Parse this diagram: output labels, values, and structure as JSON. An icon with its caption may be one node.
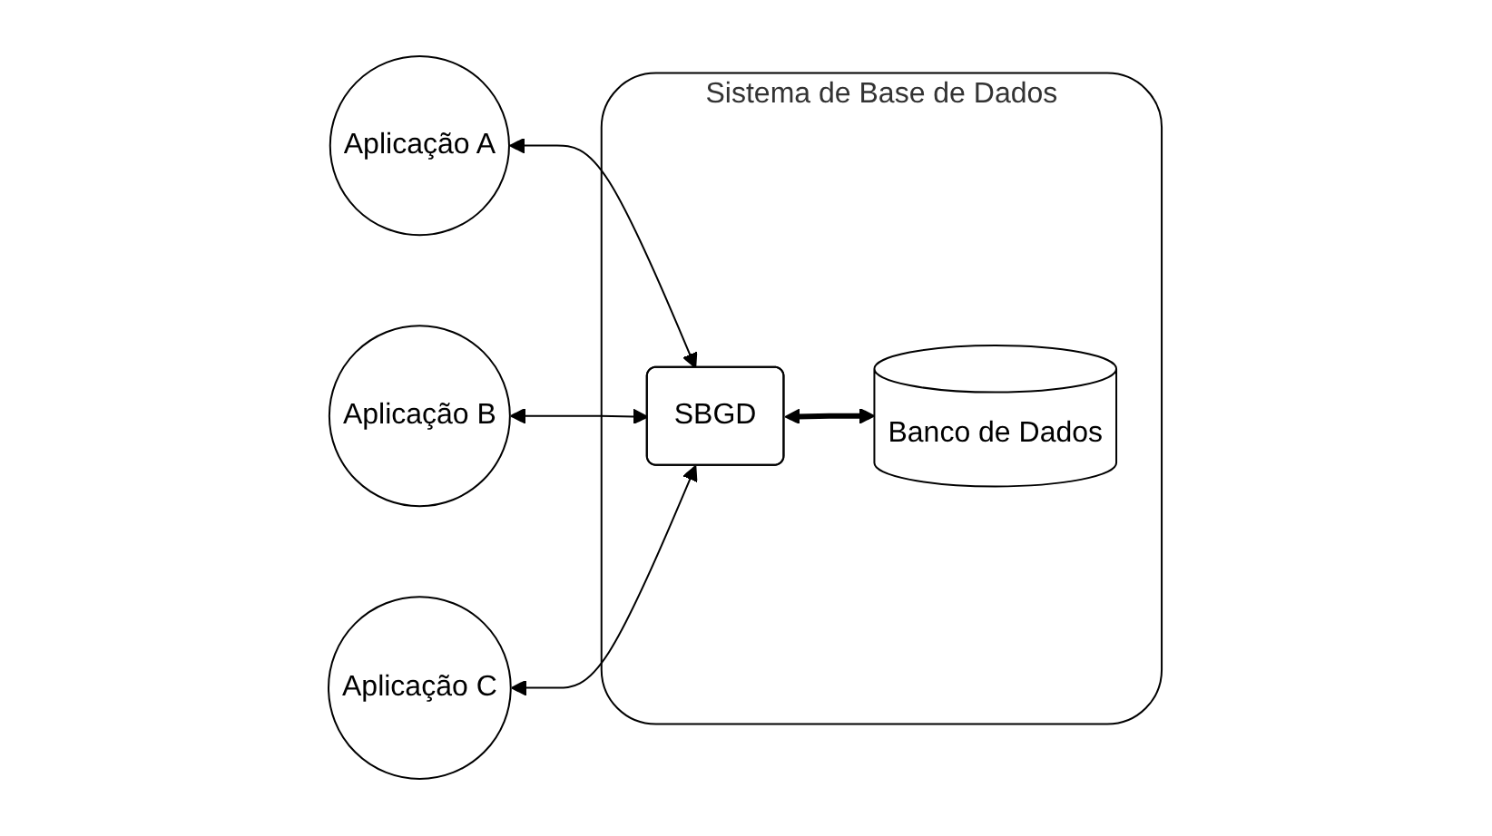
{
  "diagram": {
    "nodes": [
      {
        "text": [
          "Aplicação A"
        ]
      },
      {
        "text": [
          "Aplicação B"
        ]
      },
      {
        "text": [
          "Aplicação C"
        ]
      },
      {
        "text": [
          "Sistema de Base de Dados"
        ]
      },
      {
        "text": [
          "SBGD"
        ],
        "in": 3
      },
      {
        "text": [
          "Banco de Dados"
        ],
        "in": 3
      }
    ],
    "edges": [
      {
        "from": 0,
        "to": 4,
        "arrow": "both"
      },
      {
        "from": 1,
        "to": 4,
        "arrow": "both"
      },
      {
        "from": 2,
        "to": 4,
        "arrow": "both"
      },
      {
        "from": 4,
        "to": 5,
        "arrow": "both",
        "style": "thick"
      }
    ]
  }
}
